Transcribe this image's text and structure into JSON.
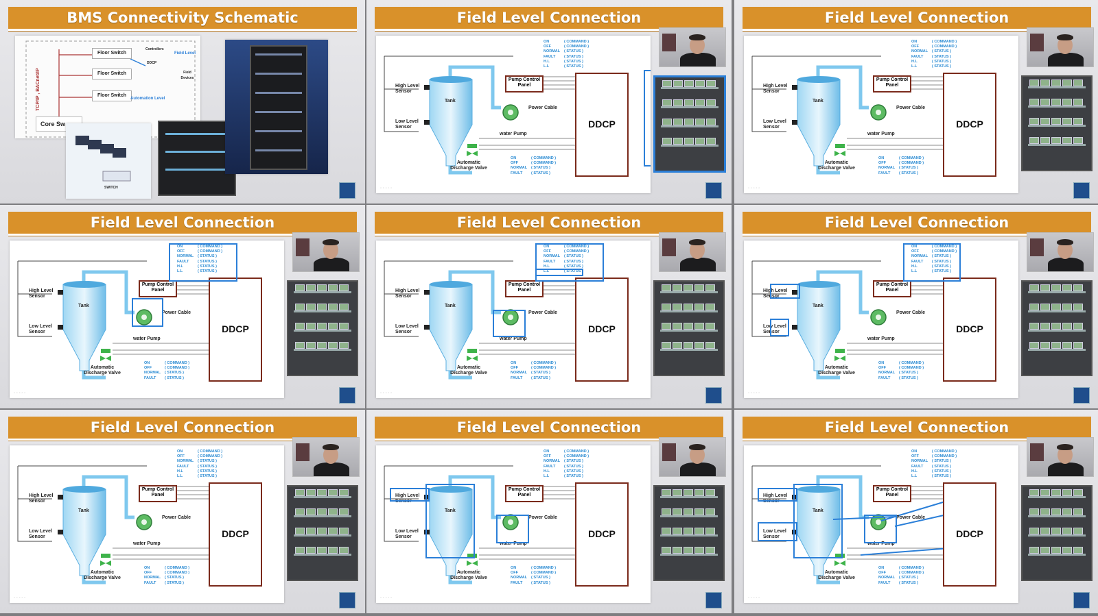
{
  "tiles": [
    {
      "title": "BMS Connectivity Schematic",
      "type": "schematic"
    },
    {
      "title": "Field Level Connection",
      "type": "field"
    },
    {
      "title": "Field Level Connection",
      "type": "field"
    },
    {
      "title": "Field Level Connection",
      "type": "field"
    },
    {
      "title": "Field Level Connection",
      "type": "field"
    },
    {
      "title": "Field Level Connection",
      "type": "field"
    },
    {
      "title": "Field Level Connection",
      "type": "field"
    },
    {
      "title": "Field Level Connection",
      "type": "field"
    },
    {
      "title": "Field Level Connection",
      "type": "field"
    }
  ],
  "schematic": {
    "protocol_label": "TCP/IP , BACnet/IP",
    "floor_switch": "Floor Switch",
    "controllers": "Controllers",
    "ddcp": "DDCP",
    "field_level": "Field Level",
    "field_devices": "Field Devices",
    "automation_level": "Automation Level",
    "core_switch": "Core Sw",
    "switch": "SWITCH"
  },
  "diagram": {
    "tank": "Tank",
    "high_level_sensor": "High Level Sensor",
    "low_level_sensor": "Low Level Sensor",
    "pump_control_panel": "Pump Control Panel",
    "power_cable": "Power Cable",
    "water_pump": "water Pump",
    "discharge_valve": "Automatic Discharge Valve",
    "ddcp": "DDCP",
    "pump_status": [
      {
        "key": "ON",
        "val": "( COMMAND )"
      },
      {
        "key": "OFF",
        "val": "( COMMAND )"
      },
      {
        "key": "NORMAL",
        "val": "( STATUS )"
      },
      {
        "key": "FAULT",
        "val": "( STATUS )"
      },
      {
        "key": "H.L",
        "val": "( STATUS )"
      },
      {
        "key": "L.L",
        "val": "( STATUS )"
      }
    ],
    "valve_status": [
      {
        "key": "ON",
        "val": "( COMMAND )"
      },
      {
        "key": "OFF",
        "val": "( COMMAND )"
      },
      {
        "key": "NORMAL",
        "val": "( STATUS )"
      },
      {
        "key": "FAULT",
        "val": "( STATUS )"
      }
    ]
  },
  "colors": {
    "title_bar": "#d9912a",
    "accent_blue": "#2b7fd8",
    "ddcp_border": "#7a2a1b",
    "status_text": "#2a8bd3",
    "pipe": "#7fc8ee"
  }
}
